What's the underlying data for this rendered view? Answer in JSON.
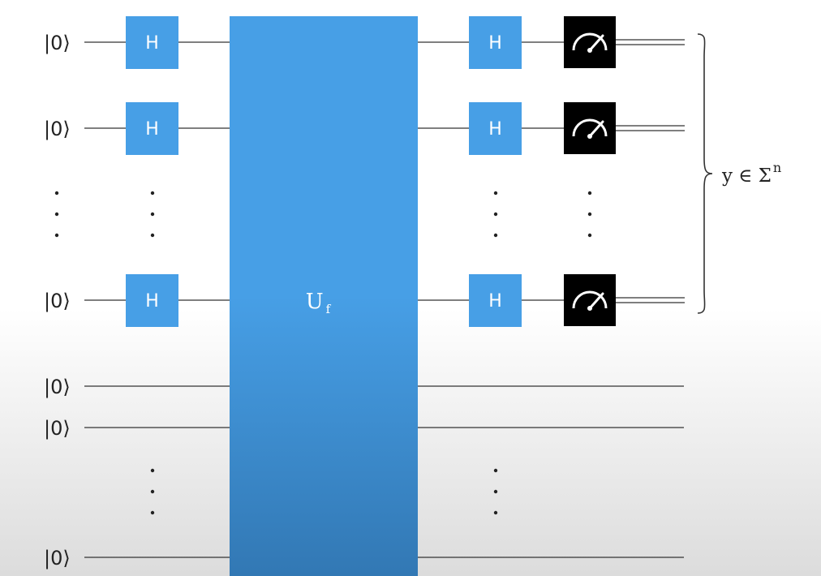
{
  "circuit": {
    "ket_label": "|0⟩",
    "hadamard_label": "H",
    "oracle_label": "U",
    "oracle_subscript": "f",
    "output_label": "y ∈ Σ",
    "output_superscript": "n",
    "colors": {
      "gate_blue": "#479fe6",
      "oracle_top": "#479fe6",
      "oracle_bottom": "#3278b4",
      "meter_black": "#000000",
      "wire": "#333333"
    },
    "icons": {
      "measurement": "meter-icon",
      "output_group": "brace-icon"
    }
  }
}
